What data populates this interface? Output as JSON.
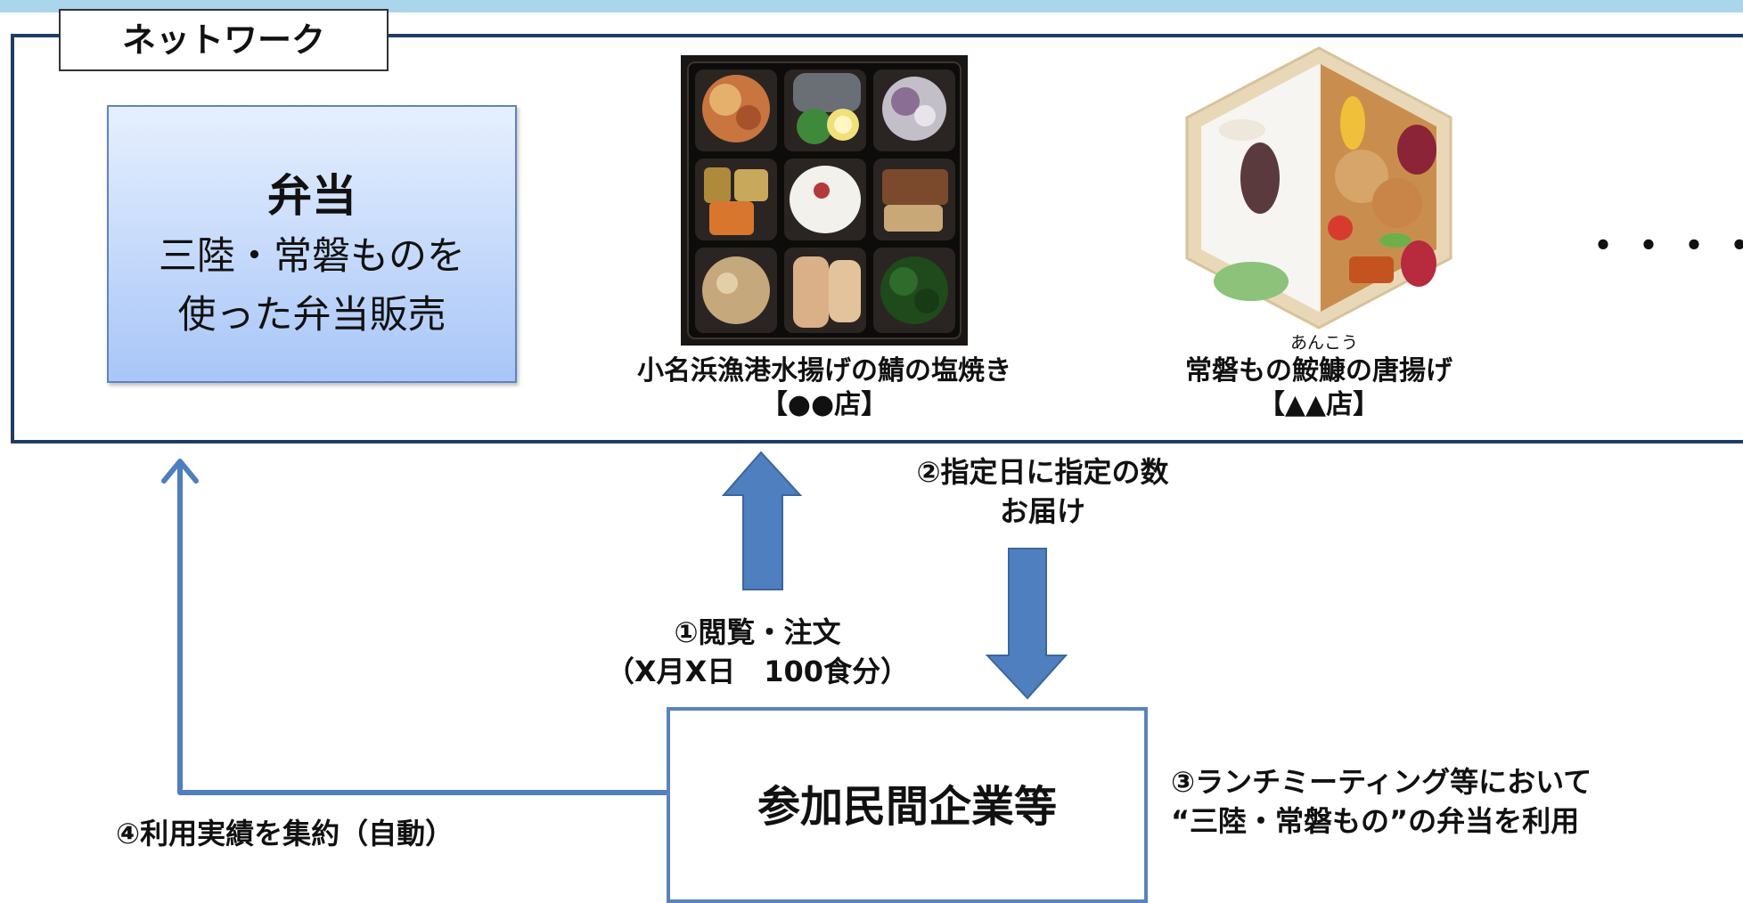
{
  "network": {
    "tab_label": "ネットワーク"
  },
  "bento": {
    "title": "弁当",
    "description": "三陸・常磐ものを\n使った弁当販売"
  },
  "products": [
    {
      "name": "小名浜漁港水揚げの鯖の塩焼き",
      "store": "【●●店】"
    },
    {
      "ruby": "あんこう",
      "name": "常磐もの鮟鱇の唐揚げ",
      "store": "【▲▲店】"
    }
  ],
  "more": "・・・・",
  "steps": {
    "browse_order": "①閲覧・注文",
    "order_detail": "（X月X日　100食分）",
    "delivery": "②指定日に指定の数",
    "delivery_2": "お届け",
    "usage": "③ランチミーティング等において",
    "usage_2": "“三陸・常磐もの”の弁当を利用",
    "aggregate": "④利用実績を集約（自動）"
  },
  "company": {
    "label": "参加民間企業等"
  },
  "colors": {
    "frame": "#1f3d63",
    "arrow": "#4f7fbe",
    "band": "#a9d6ea",
    "box_gradient_top": "#e6f0fe",
    "box_gradient_bottom": "#a8c6f8"
  }
}
